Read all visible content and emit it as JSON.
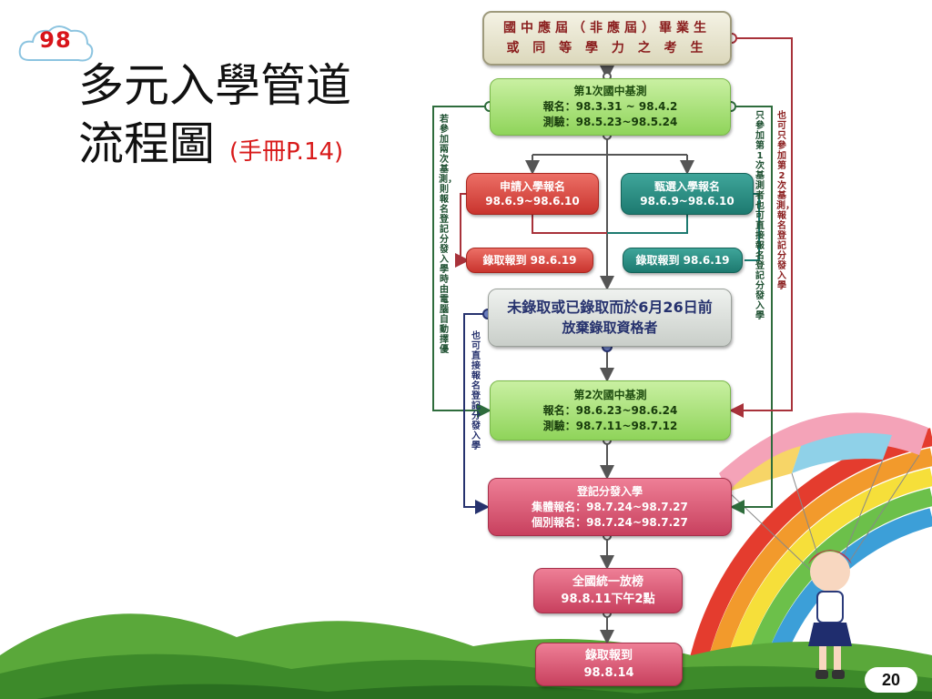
{
  "year_badge": "98",
  "title": {
    "line1": "多元入學管道",
    "line2": "流程圖",
    "ref": "(手冊P.14)"
  },
  "flow": {
    "top": {
      "line1": "國中應屆（非應屆）畢業生",
      "line2": "或 同 等 學 力 之 考 生"
    },
    "bctest1": {
      "title": "第1次國中基測",
      "reg": "報名：98.3.31 ~ 98.4.2",
      "test": "測驗：98.5.23~98.5.24"
    },
    "apply": {
      "title": "申請入學報名",
      "dates": "98.6.9~98.6.10"
    },
    "select": {
      "title": "甄選入學報名",
      "dates": "98.6.9~98.6.10"
    },
    "enroll1": {
      "label": "錄取報到",
      "date": "98.6.19"
    },
    "enroll2": {
      "label": "錄取報到",
      "date": "98.6.19"
    },
    "not_admitted": {
      "line1": "未錄取或已錄取而於6月26日前",
      "line2": "放棄錄取資格者"
    },
    "bctest2": {
      "title": "第2次國中基測",
      "reg": "報名：98.6.23~98.6.24",
      "test": "測驗：98.7.11~98.7.12"
    },
    "registration": {
      "title": "登記分發入學",
      "group": "集體報名：98.7.24~98.7.27",
      "individual": "個別報名：98.7.24~98.7.27"
    },
    "publish": {
      "line1": "全國統一放榜",
      "line2": "98.8.11下午2點"
    },
    "final": {
      "line1": "錄取報到",
      "line2": "98.8.14"
    }
  },
  "notes": {
    "both_tests": "若參加兩次基測，則報名登記分發入學時由電腦自動擇優",
    "direct_register": "也可直接報名登記分發入學",
    "only_first": "只參加第1次基測者也可直接報名登記分發入學",
    "only_second": "也可只參加第2次基測，報名登記分發入學"
  },
  "page_number": "20",
  "colors": {
    "green": "#8fd45a",
    "red": "#c9342e",
    "teal": "#1d7a70",
    "pink": "#c8405e",
    "gray": "#c9cec9",
    "accent_red": "#d81a1a"
  }
}
